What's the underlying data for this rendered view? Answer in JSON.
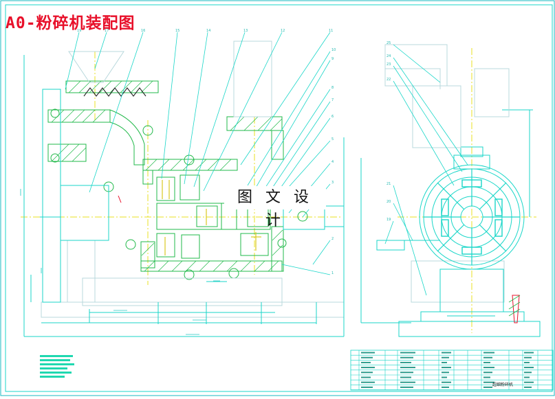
{
  "drawing": {
    "title": "A0-粉碎机装配图",
    "watermark": "图 文 设 计",
    "title_block_name": "超细粉碎机"
  },
  "colors": {
    "outline": "#18d6c8",
    "hatch": "#1fb848",
    "centerline": "#e8e020",
    "title": "#e8102a",
    "dimension": "#20c8c0",
    "text_block": "#20d8b0"
  },
  "balloons": {
    "top": [
      "19",
      "17",
      "16",
      "15",
      "14",
      "13",
      "12",
      "11"
    ],
    "right": [
      "10",
      "9",
      "8",
      "7",
      "6",
      "5",
      "4",
      "3",
      "2",
      "1"
    ],
    "side_view": [
      "25",
      "24",
      "23",
      "22",
      "21",
      "20",
      "19"
    ]
  }
}
